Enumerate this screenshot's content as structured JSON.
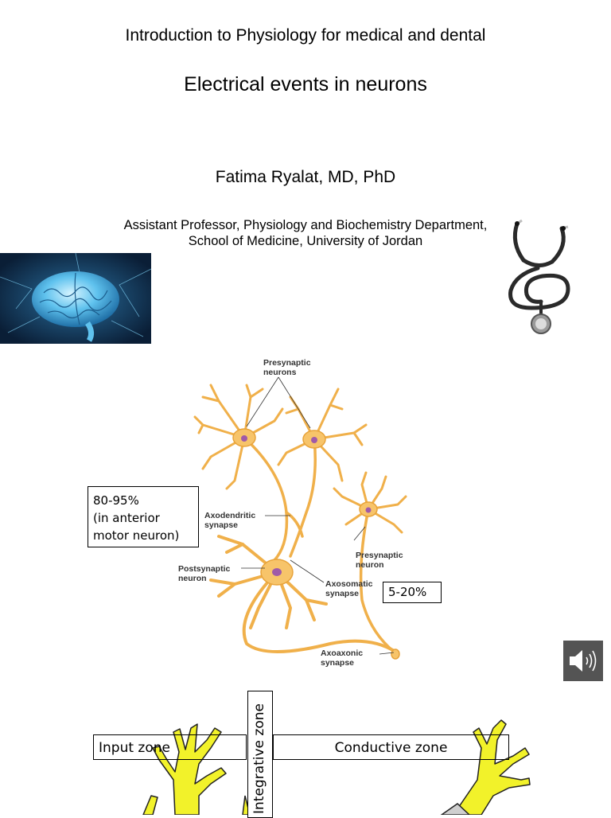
{
  "header": {
    "course_title": "Introduction to Physiology for medical and dental",
    "lecture_title": "Electrical events in neurons",
    "author": "Fatima Ryalat, MD, PhD",
    "affiliation_line1": "Assistant Professor, Physiology and Biochemistry Department,",
    "affiliation_line2": "School of Medicine, University of Jordan"
  },
  "neuron_figure": {
    "presynaptic_neurons": [
      "Presynaptic",
      "neurons"
    ],
    "axodendritic_synapse": [
      "Axodendritic",
      "synapse"
    ],
    "presynaptic_neuron": [
      "Presynaptic",
      "neuron"
    ],
    "postsynaptic_neuron": [
      "Postsynaptic",
      "neuron"
    ],
    "axosomatic_synapse": [
      "Axosomatic",
      "synapse"
    ],
    "axoaxonic_synapse": [
      "Axoaxonic",
      "synapse"
    ]
  },
  "annotations": {
    "axodendritic_percent": [
      "80-95%",
      "(in anterior",
      "motor neuron)"
    ],
    "axosomatic_percent": "5-20%"
  },
  "zones": {
    "input": "Input zone",
    "integrative": "Integrative  zone",
    "conductive": "Conductive zone"
  },
  "icons": {
    "speaker": "speaker-audio-icon",
    "brain": "brain-image",
    "stethoscope": "stethoscope-image"
  },
  "colors": {
    "neuron_fill": "#f7c46a",
    "neuron_stroke": "#e8a33a",
    "nucleus": "#a05aa8",
    "zone_dendrite": "#f2f22a",
    "speaker_bg": "#545454"
  }
}
